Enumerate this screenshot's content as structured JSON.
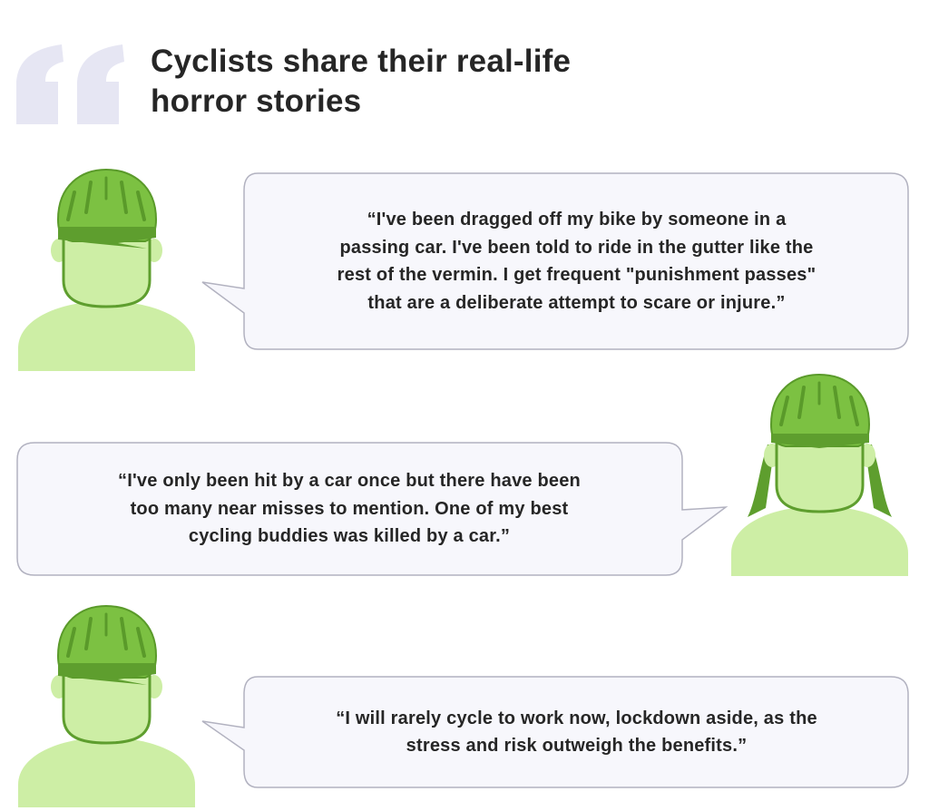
{
  "header": {
    "title_line1": "Cyclists share their real-life",
    "title_line2": "horror stories",
    "quote_icon": "quote-mark-icon"
  },
  "colors": {
    "helmet": "#7cc142",
    "helmet_stroke": "#5a9a2a",
    "skin": "#cdeea5",
    "hair": "#5e9e2e",
    "bubble_fill": "#f7f7fc",
    "bubble_stroke": "#b2b2c0",
    "quote_mark": "#e6e6f3",
    "text": "#262626"
  },
  "testimonials": [
    {
      "avatar": "male-cyclist-avatar",
      "lines": [
        "“I've been dragged off my bike by someone in a",
        "passing car. I've been told to ride in the gutter like the",
        "rest of the vermin. I get frequent \"punishment passes\"",
        "that are a deliberate attempt to scare or injure.”"
      ]
    },
    {
      "avatar": "female-cyclist-avatar",
      "lines": [
        "“I've only been hit by a car once but there have been",
        "too many near misses to mention. One of my best",
        "cycling buddies was killed by a car.”"
      ]
    },
    {
      "avatar": "male-cyclist-avatar",
      "lines": [
        "“I will rarely cycle to work now, lockdown aside, as the",
        "stress and risk outweigh the benefits.”"
      ]
    }
  ]
}
